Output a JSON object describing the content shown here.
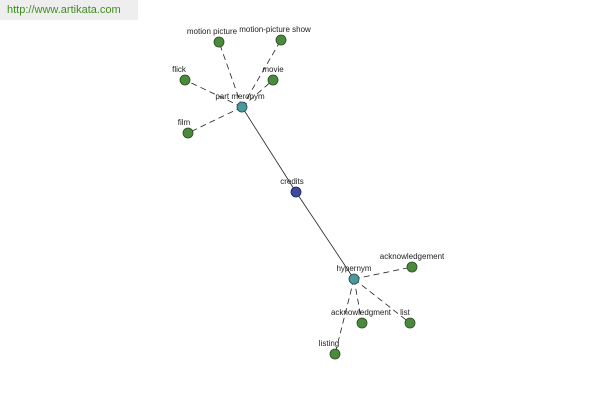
{
  "source_link": "http://www.artikata.com",
  "colors": {
    "leaf_node": "#4a8a3c",
    "relation_node": "#4a9a9c",
    "center_node": "#3c4aa0",
    "edge": "#222222"
  },
  "graph": {
    "center": {
      "label": "credits"
    },
    "relations": [
      {
        "label": "part meronym",
        "leaves": [
          "motion picture",
          "motion-picture show",
          "flick",
          "movie",
          "film"
        ]
      },
      {
        "label": "hypernym",
        "leaves": [
          "acknowledgement",
          "acknowledgment",
          "list",
          "listing"
        ]
      }
    ]
  }
}
